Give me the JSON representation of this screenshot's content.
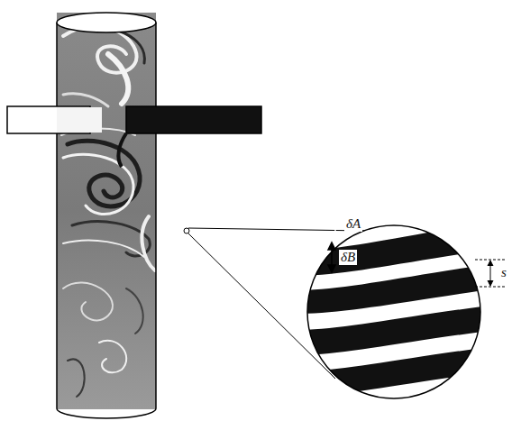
{
  "diagram": {
    "labels": [
      "δA",
      "δB",
      "s"
    ]
  }
}
